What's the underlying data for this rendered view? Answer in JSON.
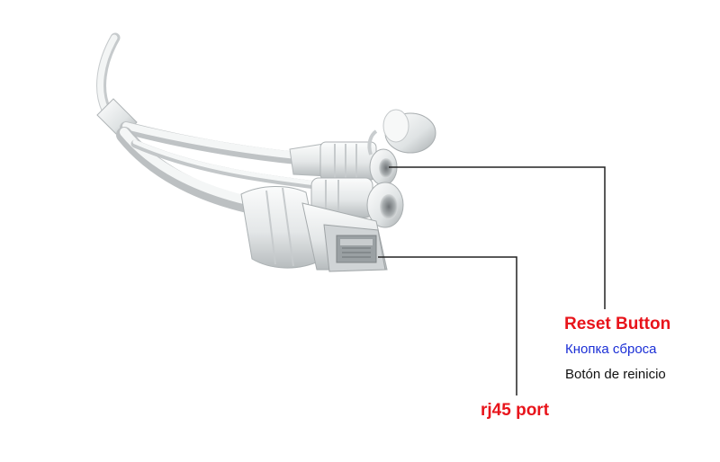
{
  "labels": {
    "reset_button_en": "Reset Button",
    "reset_button_ru": "Кнопка сброса",
    "reset_button_es": "Botón de reinicio",
    "rj45_port": "rj45 port"
  },
  "colors": {
    "label_red": "#e8141b",
    "label_blue": "#1b2fd6",
    "label_black": "#111111",
    "leader_line": "#222222",
    "cable_white": "#eef0f0",
    "cable_shadow": "#b9bdbf"
  }
}
